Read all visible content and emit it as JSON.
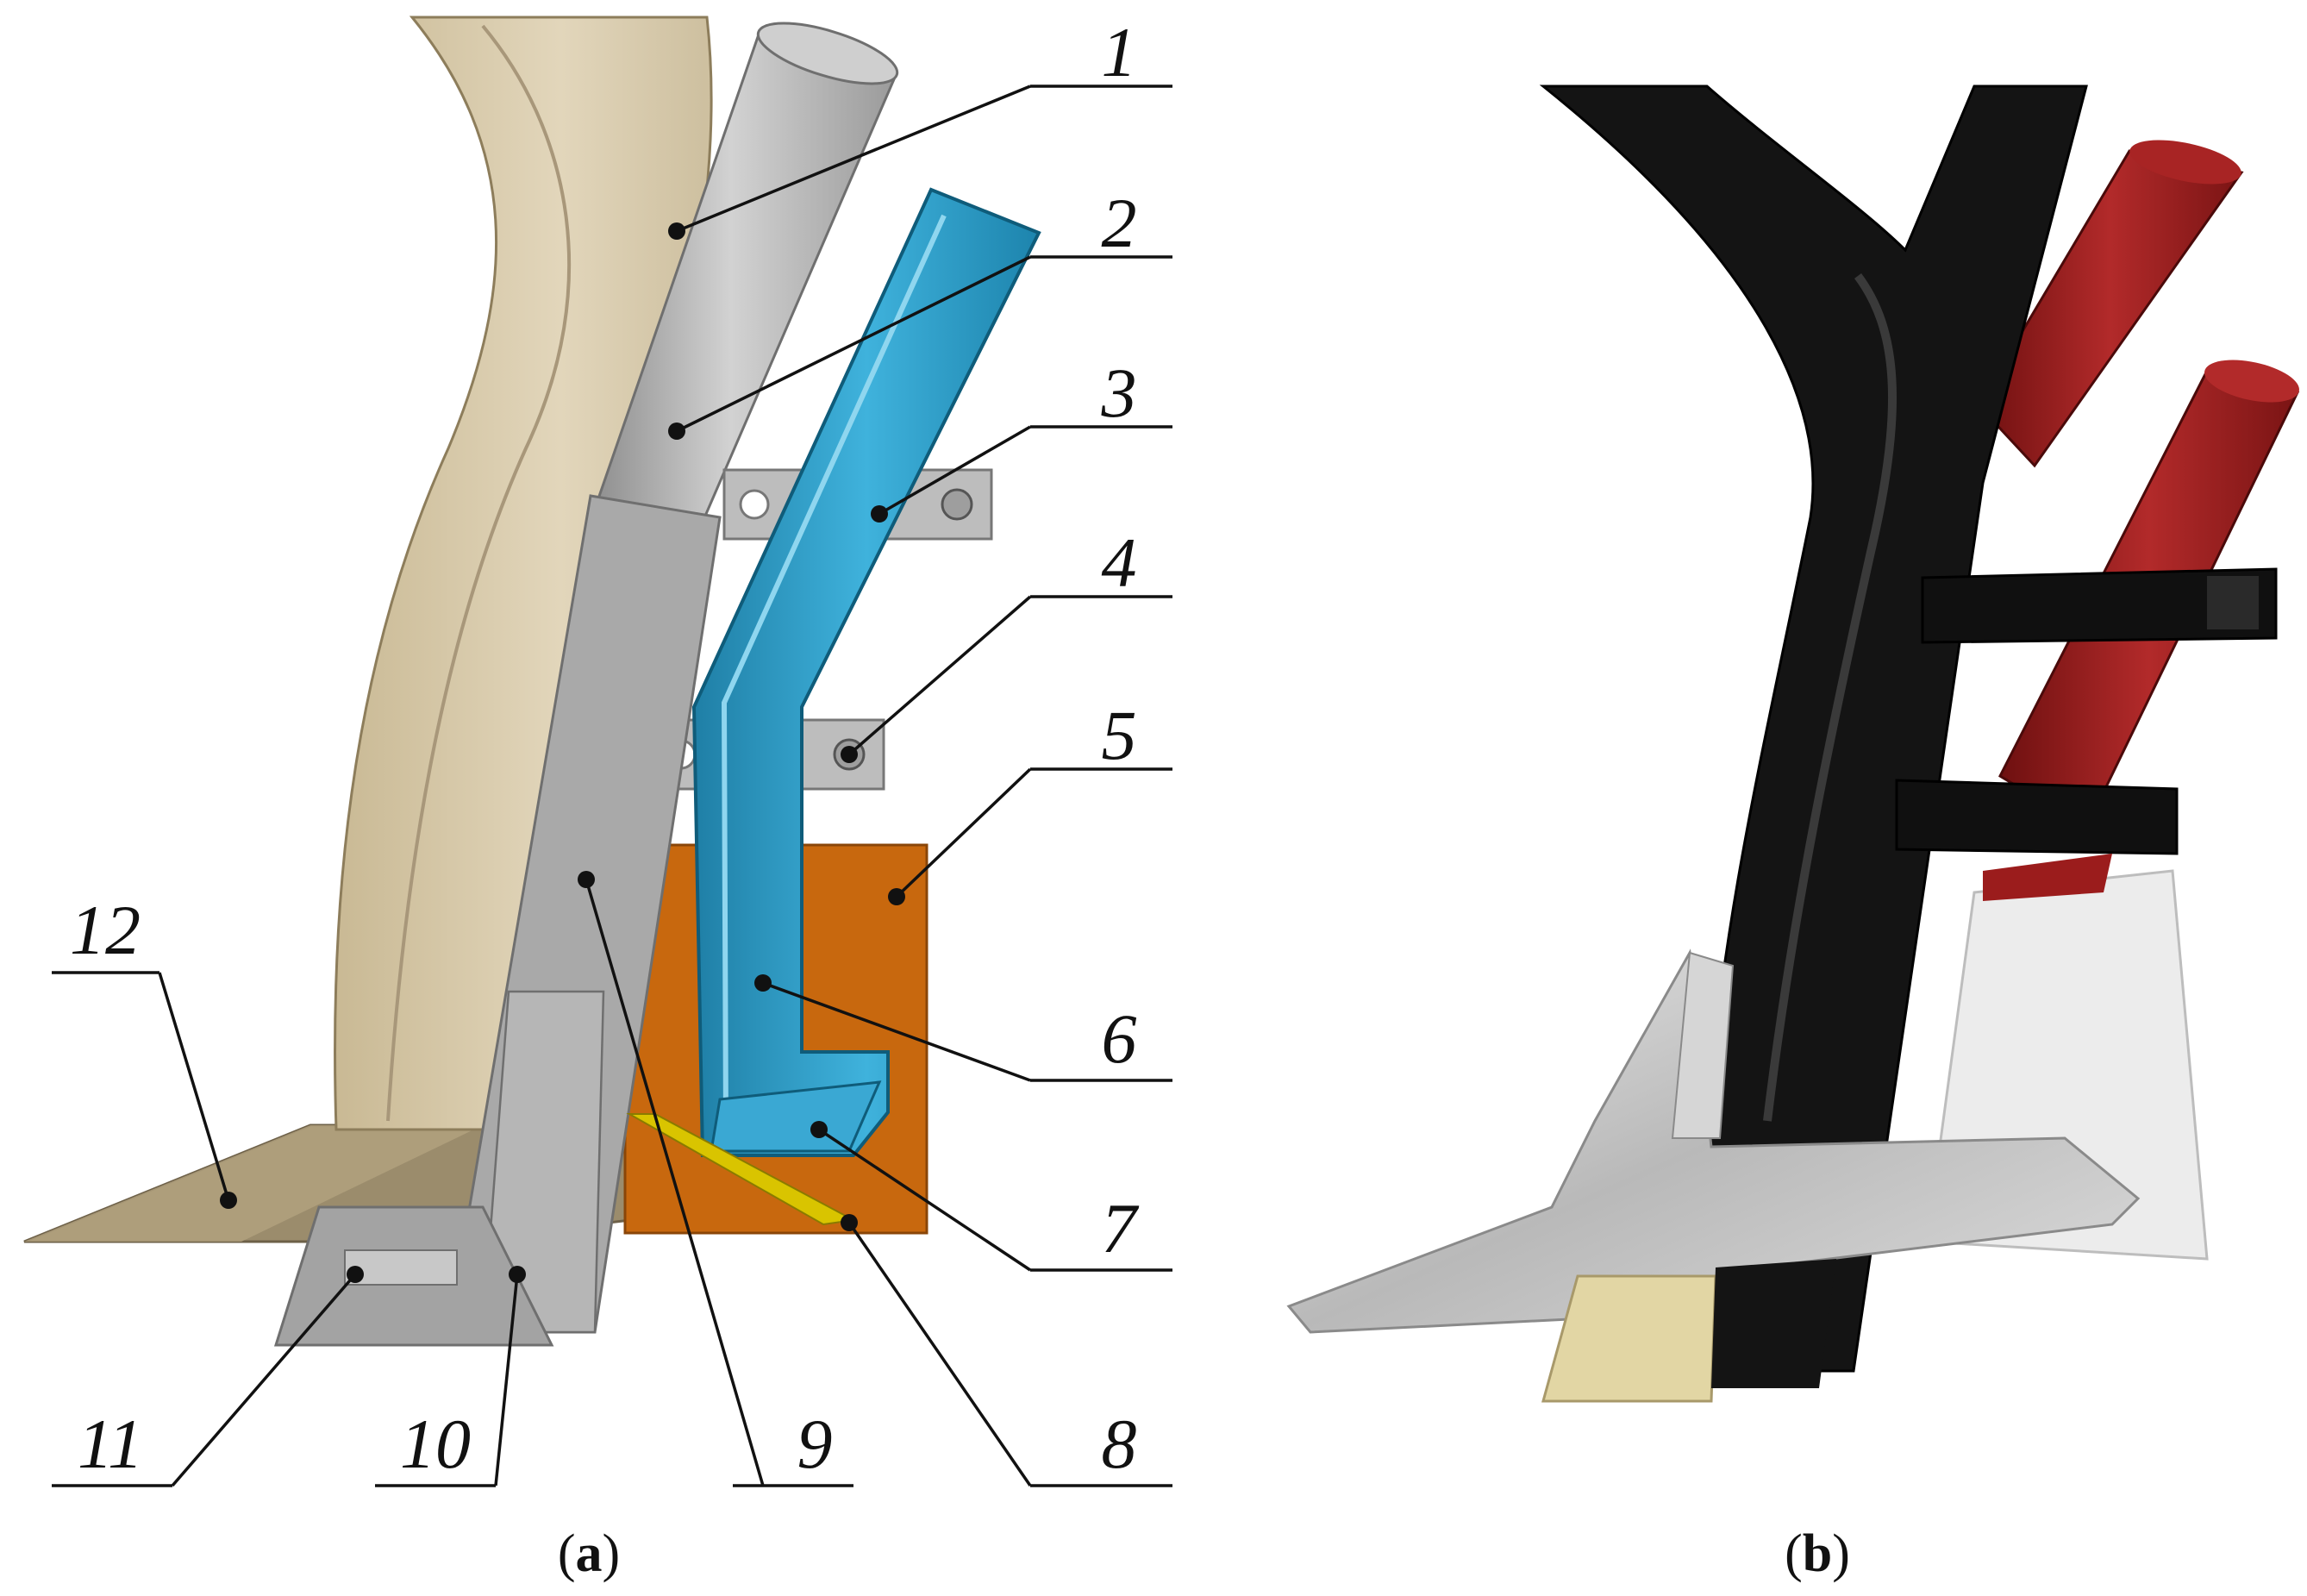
{
  "figure": {
    "panel_a": {
      "caption_open": "(",
      "caption_letter": "a",
      "caption_close": ")",
      "labels": [
        "1",
        "2",
        "3",
        "4",
        "5",
        "6",
        "7",
        "8",
        "9",
        "10",
        "11",
        "12"
      ]
    },
    "panel_b": {
      "caption_open": "(",
      "caption_letter": "b",
      "caption_close": ")"
    },
    "colors": {
      "beige_body": "#d8cbae",
      "beige_shadow": "#b9a888",
      "gray_tube": "#b8b8b8",
      "gray_plate": "#a9a9a9",
      "blue_channel": "#2a9bc7",
      "orange_plate": "#c8680e",
      "yellow_strip": "#d9c400",
      "photo_black": "#141414",
      "photo_red": "#9b1c1c",
      "photo_silver": "#c9c9c9"
    }
  }
}
